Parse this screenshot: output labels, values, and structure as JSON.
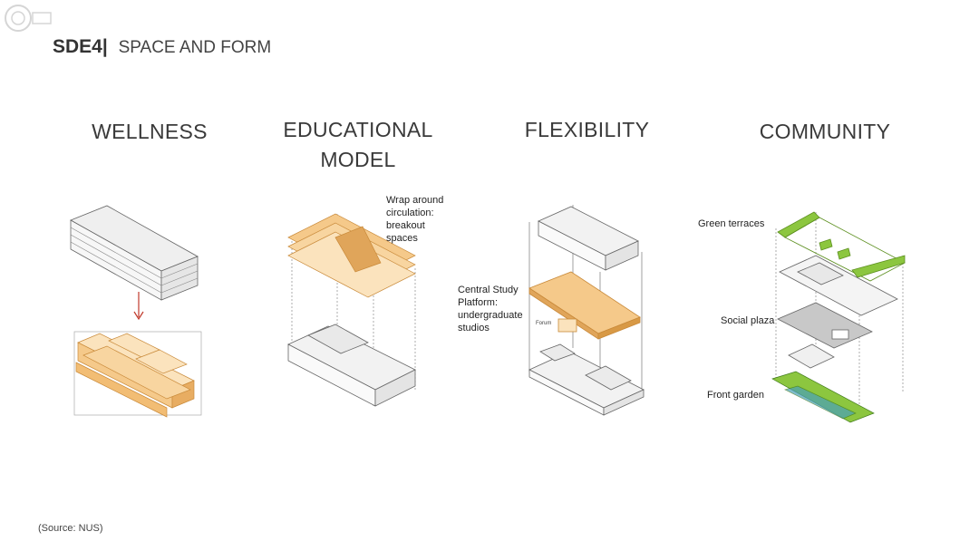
{
  "header": {
    "code": "SDE4",
    "separator": "|",
    "subtitle": "SPACE AND FORM"
  },
  "columns": [
    {
      "id": "wellness",
      "title_line1": "WELLNESS",
      "title_line2": ""
    },
    {
      "id": "educational",
      "title_line1": "EDUCATIONAL",
      "title_line2": "MODEL"
    },
    {
      "id": "flexibility",
      "title_line1": "FLEXIBILITY",
      "title_line2": ""
    },
    {
      "id": "community",
      "title_line1": "COMMUNITY",
      "title_line2": ""
    }
  ],
  "annotations": {
    "wrap_around": [
      "Wrap around",
      "circulation:",
      "breakout",
      "spaces"
    ],
    "central_study": [
      "Central Study",
      "Platform:",
      "undergraduate",
      "studios"
    ],
    "forum": "Forum",
    "green_terraces": "Green terraces",
    "social_plaza": "Social plaza",
    "front_garden": "Front garden"
  },
  "source": "(Source:  NUS)",
  "colors": {
    "orange": "#f5c98a",
    "orange_dark": "#e0a55a",
    "green": "#8cc63f",
    "grey": "#d9d9d9",
    "arrow": "#c0392b"
  },
  "icons": {
    "arrow": "arrow-down-icon",
    "watermark": "watermark-logo-icon"
  }
}
